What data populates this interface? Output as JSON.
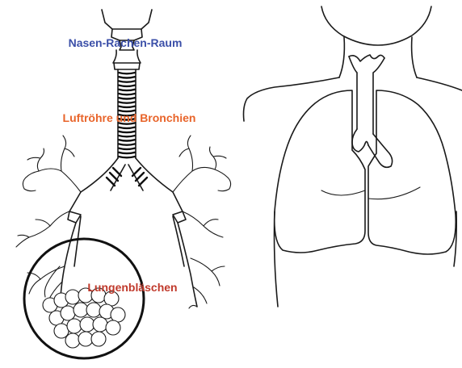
{
  "labels": {
    "nasopharynx": "Nasen-Rachen-Raum",
    "trachea_bronchi": "Luftröhre und Bronchien",
    "alveoli": "Lungenbläschen"
  },
  "colors": {
    "nasopharynx": "#3b4fa8",
    "trachea_bronchi": "#e8642a",
    "alveoli": "#c0392b",
    "ink": "#1a1a1a"
  }
}
